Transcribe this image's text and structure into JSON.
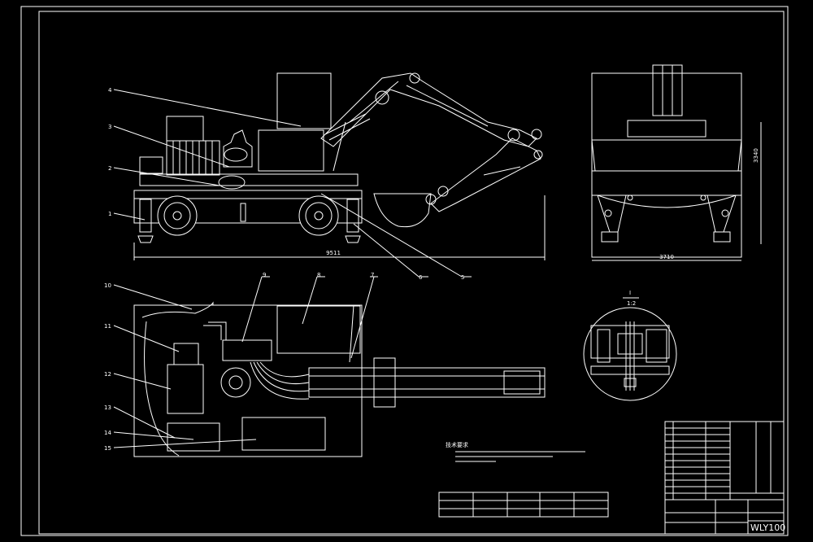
{
  "drawing": {
    "callouts": [
      {
        "id": "1",
        "label": "1"
      },
      {
        "id": "2",
        "label": "2"
      },
      {
        "id": "3",
        "label": "3"
      },
      {
        "id": "4",
        "label": "4"
      },
      {
        "id": "5",
        "label": "5"
      },
      {
        "id": "6",
        "label": "6"
      },
      {
        "id": "7",
        "label": "7"
      },
      {
        "id": "8",
        "label": "8"
      },
      {
        "id": "9",
        "label": "9"
      },
      {
        "id": "10",
        "label": "10"
      },
      {
        "id": "11",
        "label": "11"
      },
      {
        "id": "12",
        "label": "12"
      },
      {
        "id": "13",
        "label": "13"
      },
      {
        "id": "14",
        "label": "14"
      },
      {
        "id": "15",
        "label": "15"
      }
    ],
    "dimensions": {
      "side_length": "9511",
      "front_width": "3710",
      "front_height": "3340"
    },
    "detail": {
      "label": "I",
      "scale": "1:2"
    },
    "notes": {
      "heading": "技术要求"
    },
    "title_block": {
      "code": "WLY100"
    }
  }
}
